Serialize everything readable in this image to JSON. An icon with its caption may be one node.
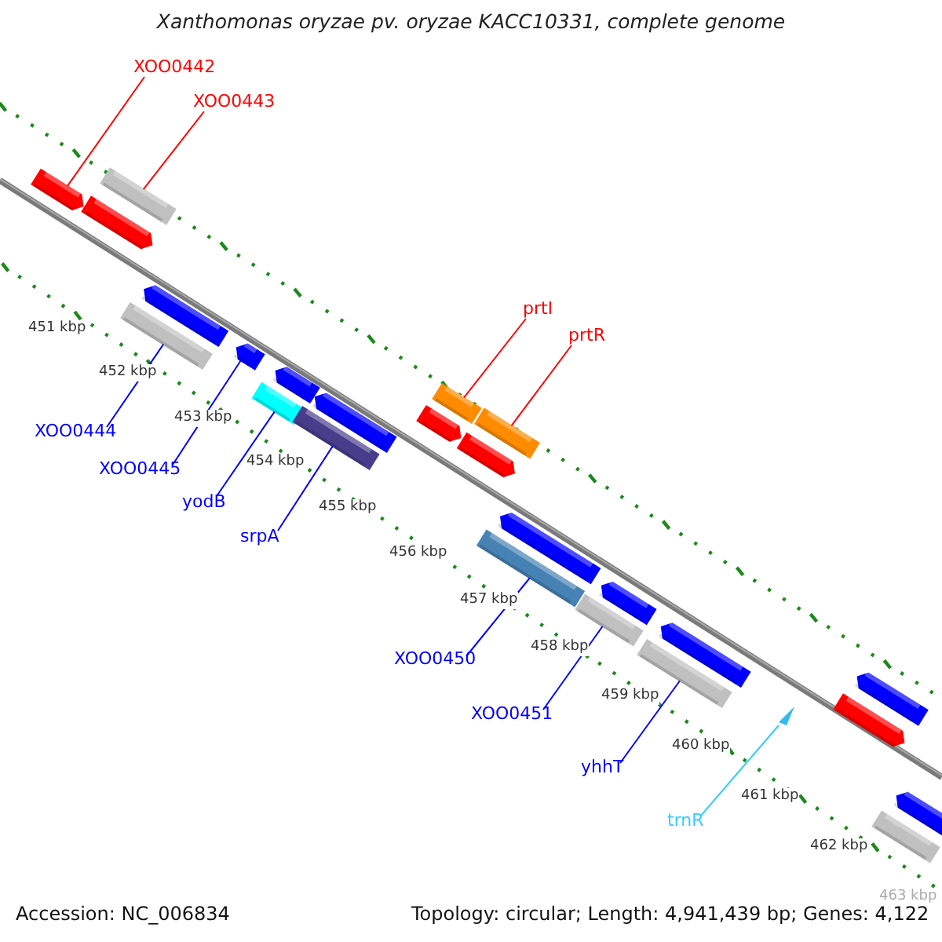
{
  "diagram": {
    "title": "Xanthomonas oryzae pv. oryzae KACC10331, complete genome",
    "nodes": [
      {
        "text": [
          "XOO0442"
        ]
      },
      {
        "text": [
          "XOO0443"
        ]
      },
      {
        "text": [
          "prtI"
        ]
      },
      {
        "text": [
          "prtR"
        ]
      },
      {
        "text": [
          "XOO0444"
        ]
      },
      {
        "text": [
          "XOO0445"
        ]
      },
      {
        "text": [
          "yodB"
        ]
      },
      {
        "text": [
          "srpA"
        ]
      },
      {
        "text": [
          "XOO0450"
        ]
      },
      {
        "text": [
          "XOO0451"
        ]
      },
      {
        "text": [
          "yhhT"
        ]
      },
      {
        "text": [
          "trnR"
        ]
      },
      {
        "text": [],
        "shape": "bar"
      },
      {
        "text": [],
        "shape": "bar"
      },
      {
        "text": [],
        "shape": "bar"
      },
      {
        "text": [],
        "shape": "bar"
      },
      {
        "text": [],
        "shape": "bar"
      },
      {
        "text": [],
        "shape": "bar"
      },
      {
        "text": [],
        "shape": "bar"
      },
      {
        "text": [],
        "shape": "bar"
      },
      {
        "text": [],
        "shape": "bar"
      },
      {
        "text": [],
        "shape": "bar"
      },
      {
        "text": [],
        "shape": "bar"
      },
      {
        "text": [],
        "shape": "bar"
      },
      {
        "text": [],
        "shape": "bar"
      },
      {
        "text": [],
        "shape": "bar"
      },
      {
        "text": [],
        "shape": "bar"
      },
      {
        "text": [],
        "shape": "bar"
      },
      {
        "text": [],
        "shape": "bar"
      },
      {
        "text": [],
        "shape": "bar"
      },
      {
        "text": [],
        "shape": "bar"
      },
      {
        "text": [],
        "shape": "bar"
      },
      {
        "text": [],
        "shape": "triangle"
      },
      {
        "text": [],
        "shape": "bar"
      },
      {
        "text": [],
        "shape": "bar"
      },
      {
        "text": [],
        "shape": "bar"
      },
      {
        "text": [],
        "shape": "bar"
      }
    ],
    "edges": [
      {
        "from": 0,
        "to": 12,
        "arrow": "none",
        "color": "#ff0000"
      },
      {
        "from": 1,
        "to": 14,
        "arrow": "none",
        "color": "#ff0000"
      },
      {
        "from": 2,
        "to": 23,
        "arrow": "none",
        "color": "#ff0000"
      },
      {
        "from": 3,
        "to": 25,
        "arrow": "none",
        "color": "#ff0000"
      },
      {
        "from": 4,
        "to": 15,
        "arrow": "none"
      },
      {
        "from": 5,
        "to": 17,
        "arrow": "none"
      },
      {
        "from": 6,
        "to": 19,
        "arrow": "none"
      },
      {
        "from": 7,
        "to": 20,
        "arrow": "none"
      },
      {
        "from": 8,
        "to": 26,
        "arrow": "none"
      },
      {
        "from": 9,
        "to": 28,
        "arrow": "none"
      },
      {
        "from": 10,
        "to": 30,
        "arrow": "none"
      },
      {
        "from": 11,
        "to": 32,
        "arrow": "none",
        "color": "#33ccff"
      }
    ],
    "labels": [
      "451 kbp",
      "452 kbp",
      "453 kbp",
      "454 kbp",
      "455 kbp",
      "456 kbp",
      "457 kbp",
      "458 kbp",
      "459 kbp",
      "460 kbp",
      "461 kbp",
      "462 kbp",
      "463 kbp",
      "Accession: NC_006834",
      "Topology: circular; Length: 4,941,439 bp; Genes: 4,122"
    ]
  }
}
